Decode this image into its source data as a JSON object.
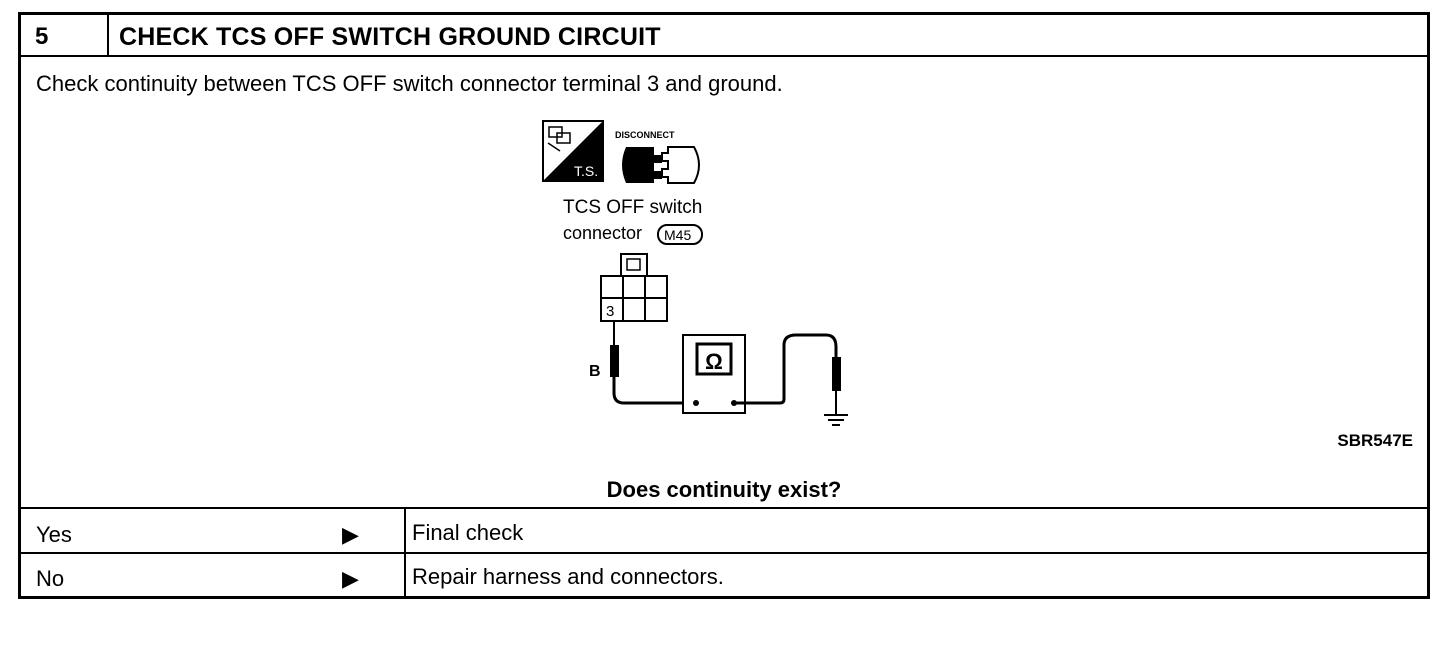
{
  "step": {
    "number": "5",
    "title": "CHECK TCS OFF SWITCH GROUND CIRCUIT"
  },
  "instruction": "Check continuity between TCS OFF switch connector terminal 3 and ground.",
  "diagram": {
    "ts_label": "T.S.",
    "disconnect_label": "DISCONNECT",
    "connector_line1": "TCS  OFF  switch",
    "connector_line2": "connector",
    "connector_id": "M45",
    "terminal_label": "3",
    "wire_color": "B",
    "meter_symbol": "Ω",
    "figure_code": "SBR547E"
  },
  "question": "Does continuity exist?",
  "results": [
    {
      "answer": "Yes",
      "arrow": "▶",
      "action": "Final check"
    },
    {
      "answer": "No",
      "arrow": "▶",
      "action": "Repair harness and connectors."
    }
  ]
}
